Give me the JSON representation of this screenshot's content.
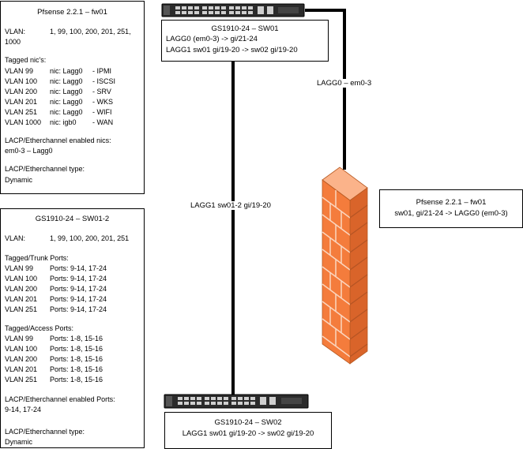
{
  "fw01_box": {
    "title": "Pfsense 2.2.1 – fw01",
    "vlan_label": "VLAN:",
    "vlan_values_1": "1, 99, 100, 200, 201, 251,",
    "vlan_values_2": "1000",
    "tagged_header": "Tagged nic's:",
    "tagged_rows": [
      {
        "vlan": "VLAN 99",
        "nic": "nic: Lagg0",
        "purpose": "- IPMI"
      },
      {
        "vlan": "VLAN 100",
        "nic": "nic: Lagg0",
        "purpose": "- ISCSI"
      },
      {
        "vlan": "VLAN 200",
        "nic": "nic: Lagg0",
        "purpose": "- SRV"
      },
      {
        "vlan": "VLAN 201",
        "nic": "nic: Lagg0",
        "purpose": "- WKS"
      },
      {
        "vlan": "VLAN 251",
        "nic": "nic: Lagg0",
        "purpose": "- WIFI"
      },
      {
        "vlan": "VLAN 1000",
        "nic": "nic: igb0",
        "purpose": "- WAN"
      }
    ],
    "lacp_header": "LACP/Etherchannel enabled nics:",
    "lacp_value": "em0-3 – Lagg0",
    "type_header": "LACP/Etherchannel type:",
    "type_value": "Dynamic"
  },
  "sw01_2_box": {
    "title": "GS1910-24 – SW01-2",
    "vlan_label": "VLAN:",
    "vlan_values": "1, 99, 100, 200, 201, 251",
    "trunk_header": "Tagged/Trunk Ports:",
    "trunk_rows": [
      {
        "vlan": "VLAN 99",
        "ports": "Ports: 9-14, 17-24"
      },
      {
        "vlan": "VLAN 100",
        "ports": "Ports: 9-14, 17-24"
      },
      {
        "vlan": "VLAN 200",
        "ports": "Ports: 9-14, 17-24"
      },
      {
        "vlan": "VLAN 201",
        "ports": "Ports: 9-14, 17-24"
      },
      {
        "vlan": "VLAN 251",
        "ports": "Ports: 9-14, 17-24"
      }
    ],
    "access_header": "Tagged/Access Ports:",
    "access_rows": [
      {
        "vlan": "VLAN 99",
        "ports": "Ports: 1-8, 15-16"
      },
      {
        "vlan": "VLAN 100",
        "ports": "Ports: 1-8, 15-16"
      },
      {
        "vlan": "VLAN 200",
        "ports": "Ports: 1-8, 15-16"
      },
      {
        "vlan": "VLAN 201",
        "ports": "Ports: 1-8, 15-16"
      },
      {
        "vlan": "VLAN 251",
        "ports": "Ports: 1-8, 15-16"
      }
    ],
    "lacp_header": "LACP/Etherchannel enabled Ports:",
    "lacp_value": "9-14, 17-24",
    "type_header": "LACP/Etherchannel type:",
    "type_value": "Dynamic"
  },
  "sw01_box": {
    "title": "GS1910-24 – SW01",
    "line1": "LAGG0 (em0-3) -> gi/21-24",
    "line2": "LAGG1  sw01 gi/19-20 -> sw02 gi/19-20"
  },
  "fw_callout": {
    "line1": "Pfsense 2.2.1 – fw01",
    "line2": "sw01, gi/21-24 -> LAGG0 (em0-3)"
  },
  "sw02_box": {
    "title": "GS1910-24 – SW02",
    "line1": "LAGG1  sw01 gi/19-20 -> sw02 gi/19-20"
  },
  "links": {
    "lagg0_label": "LAGG0 – em0-3",
    "lagg1_label": "LAGG1 sw01-2 gi/19-20"
  },
  "colors": {
    "firewall_brick": "#f47c3c",
    "firewall_mortar": "#fbd6bf",
    "switch_body": "#2b2b2b"
  }
}
